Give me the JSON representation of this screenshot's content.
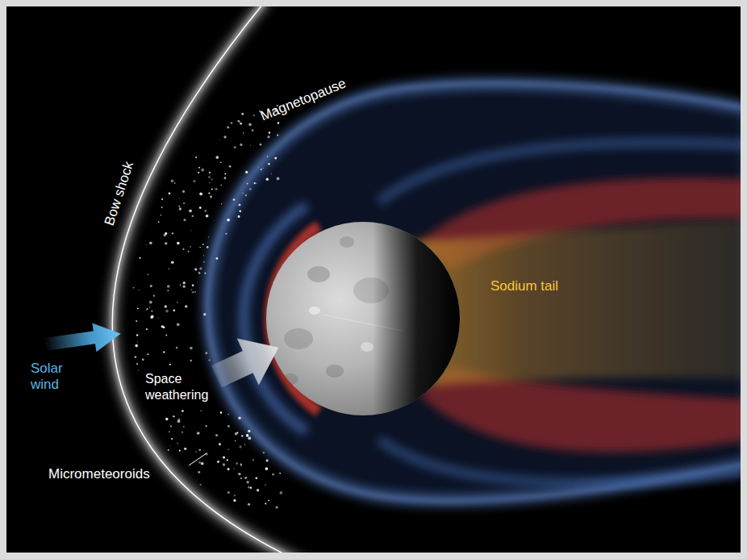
{
  "diagram": {
    "labels": [
      "Bow shock",
      "Magnetopause",
      "Solar wind",
      "Space weathering",
      "Sodium tail",
      "Micrometeoroids"
    ]
  }
}
